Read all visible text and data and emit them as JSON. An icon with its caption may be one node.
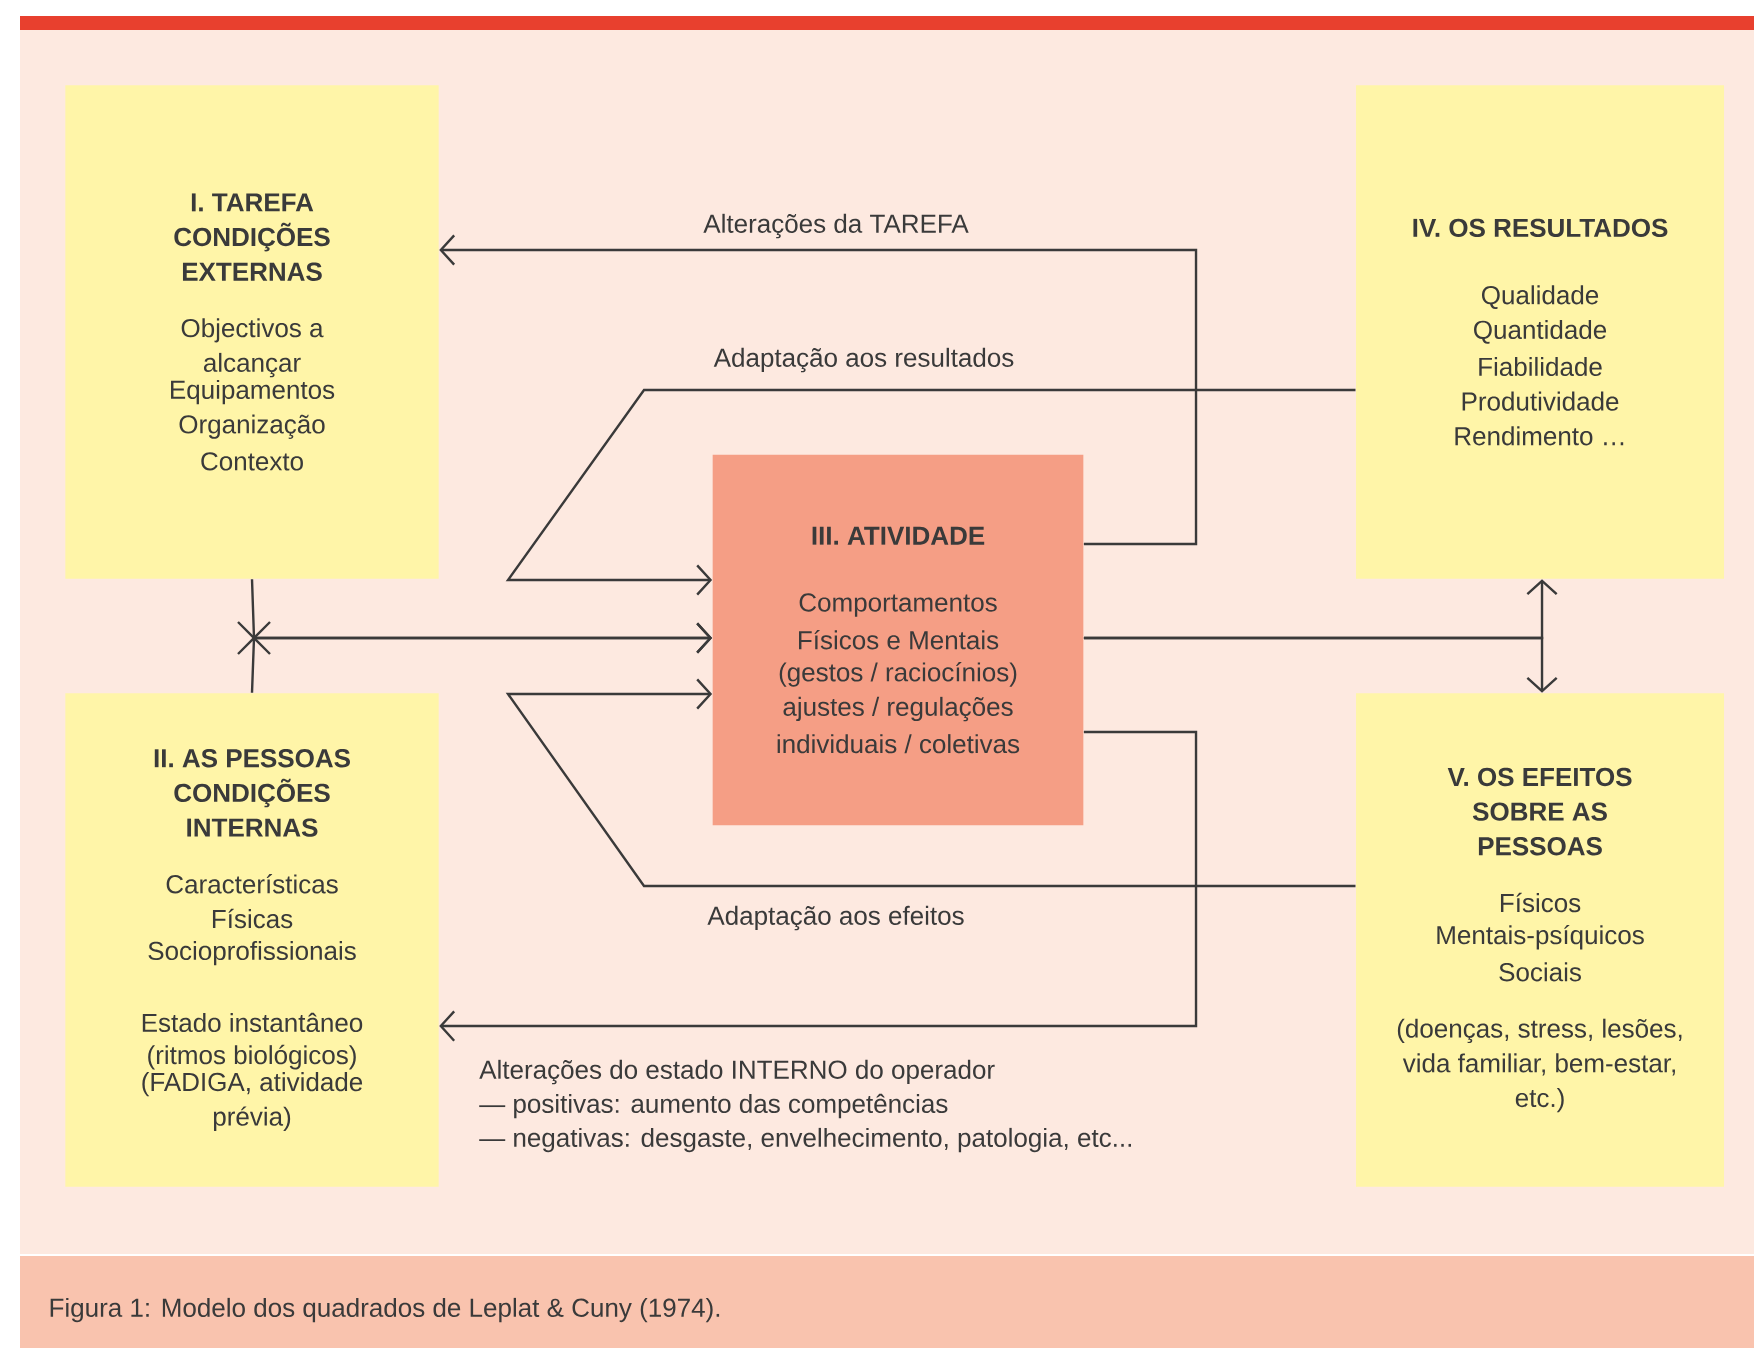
{
  "diagram": {
    "caption": "Figura 1: Modelo dos quadrados de Leplat & Cuny (1974).",
    "nodes": [
      {
        "text": [
          "I. TAREFA CONDIÇÕES EXTERNAS",
          "Objectivos a alcançar",
          "Equipamentos",
          "Organização",
          "Contexto"
        ]
      },
      {
        "text": [
          "II. AS PESSOAS CONDIÇÕES INTERNAS",
          "Características",
          "Físicas",
          "Socioprofissionais",
          "Estado instantâneo",
          "(ritmos biológicos)",
          "(FADIGA, atividade prévia)"
        ]
      },
      {
        "text": [
          "III. ATIVIDADE",
          "Comportamentos",
          "Físicos e Mentais",
          "(gestos / raciocínios)",
          "ajustes / regulações",
          "individuais / coletivas"
        ]
      },
      {
        "text": [
          "IV. OS RESULTADOS",
          "Qualidade",
          "Quantidade",
          "Fiabilidade",
          "Produtividade",
          "Rendimento …"
        ]
      },
      {
        "text": [
          "V. OS EFEITOS SOBRE AS PESSOAS",
          "Físicos",
          "Mentais-psíquicos",
          "Sociais",
          "(doenças, stress, lesões, vida familiar, bem-estar, etc.)"
        ]
      }
    ],
    "edges": [
      {
        "from": 2,
        "to": 0,
        "arrow": "to",
        "label": "Alterações da TAREFA"
      },
      {
        "from": 3,
        "to": 2,
        "arrow": "to",
        "label": "Adaptação aos resultados"
      },
      {
        "from": 0,
        "to": 2,
        "arrow": "to"
      },
      {
        "from": 1,
        "to": 2,
        "arrow": "to"
      },
      {
        "from": 2,
        "to": 3,
        "arrow": "to"
      },
      {
        "from": 2,
        "to": 4,
        "arrow": "to"
      },
      {
        "from": 4,
        "to": 2,
        "arrow": "to",
        "label": "Adaptação aos efeitos"
      },
      {
        "from": 2,
        "to": 1,
        "arrow": "to",
        "label": "Alterações do estado INTERNO do operador"
      }
    ],
    "labels": [
      "— positivas: aumento das competências",
      "— negativas: desgaste, envelhecimento, patologia, etc..."
    ]
  }
}
